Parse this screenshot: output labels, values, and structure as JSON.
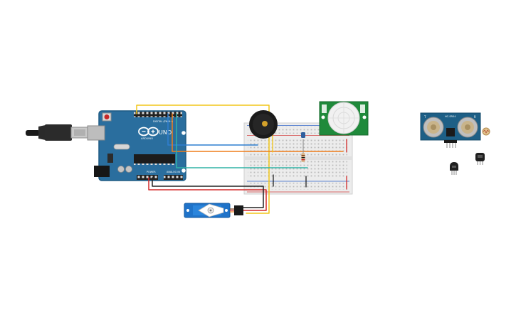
{
  "canvas": {
    "background": "#ffffff"
  },
  "arduino": {
    "brand_label": "ARDUINO",
    "model_label": "UNO",
    "digital_label": "DIGITAL (PWM~)",
    "power_label": "POWER",
    "analog_label": "ANALOG IN",
    "board_color": "#2a6e9e"
  },
  "pir_sensor": {
    "board_color": "#1f8a3b"
  },
  "ultrasonic_sensor": {
    "module_label": "HC-SR04",
    "left_transducer": "T",
    "right_transducer": "R",
    "board_color": "#1d5f86"
  },
  "wire_colors": {
    "yellow": "#f2c618",
    "blue": "#2f7fd0",
    "orange": "#ef7d1a",
    "teal": "#30b3a6",
    "red": "#d42a2a",
    "black": "#222222"
  }
}
